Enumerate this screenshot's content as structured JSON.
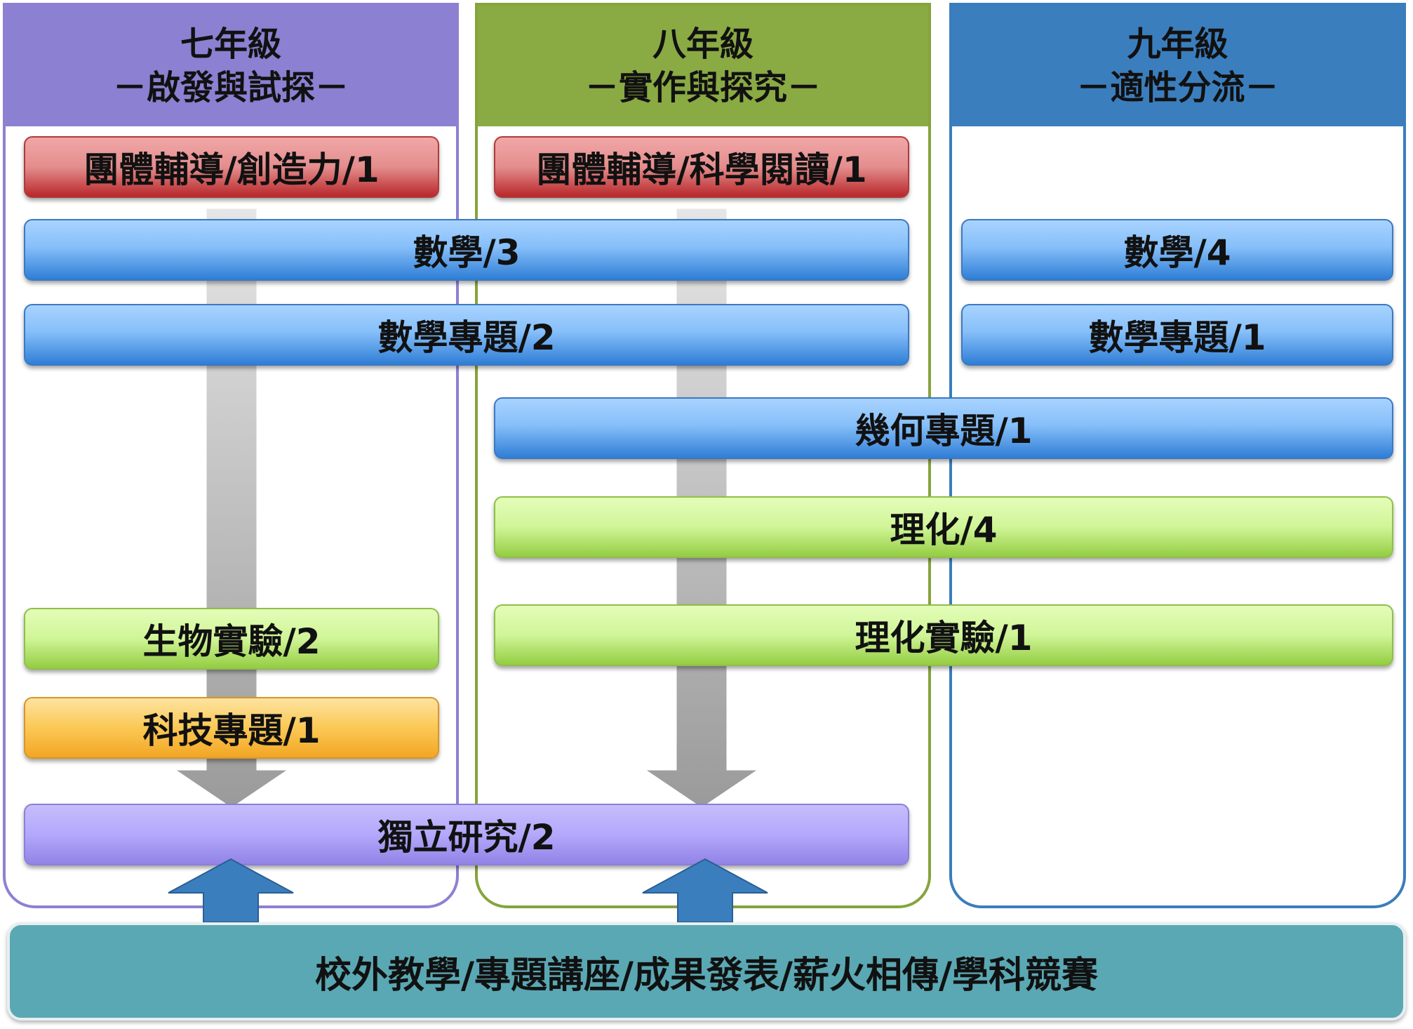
{
  "columns": [
    {
      "title": "七年級",
      "subtitle": "－啟發與試探－"
    },
    {
      "title": "八年級",
      "subtitle": "－實作與探究－"
    },
    {
      "title": "九年級",
      "subtitle": "－適性分流－"
    }
  ],
  "courses": {
    "g7_guidance": "團體輔導/創造力/1",
    "g8_guidance": "團體輔導/科學閱讀/1",
    "math_g78": "數學/3",
    "math_g9": "數學/4",
    "math_topic_g78": "數學專題/2",
    "math_topic_g9": "數學專題/1",
    "geometry_topic": "幾何專題/1",
    "physics_chem": "理化/4",
    "biology_lab": "生物實驗/2",
    "physics_chem_lab": "理化實驗/1",
    "tech_topic": "科技專題/1",
    "independent_study": "獨立研究/2"
  },
  "footer": "校外教學/專題講座/成果發表/薪火相傳/學科競賽",
  "colors": {
    "purple": "#8b80d1",
    "green": "#8aaa44",
    "blue": "#3b7ebd",
    "teal": "#5aa8b4",
    "up_arrow": "#3b7ebd"
  }
}
